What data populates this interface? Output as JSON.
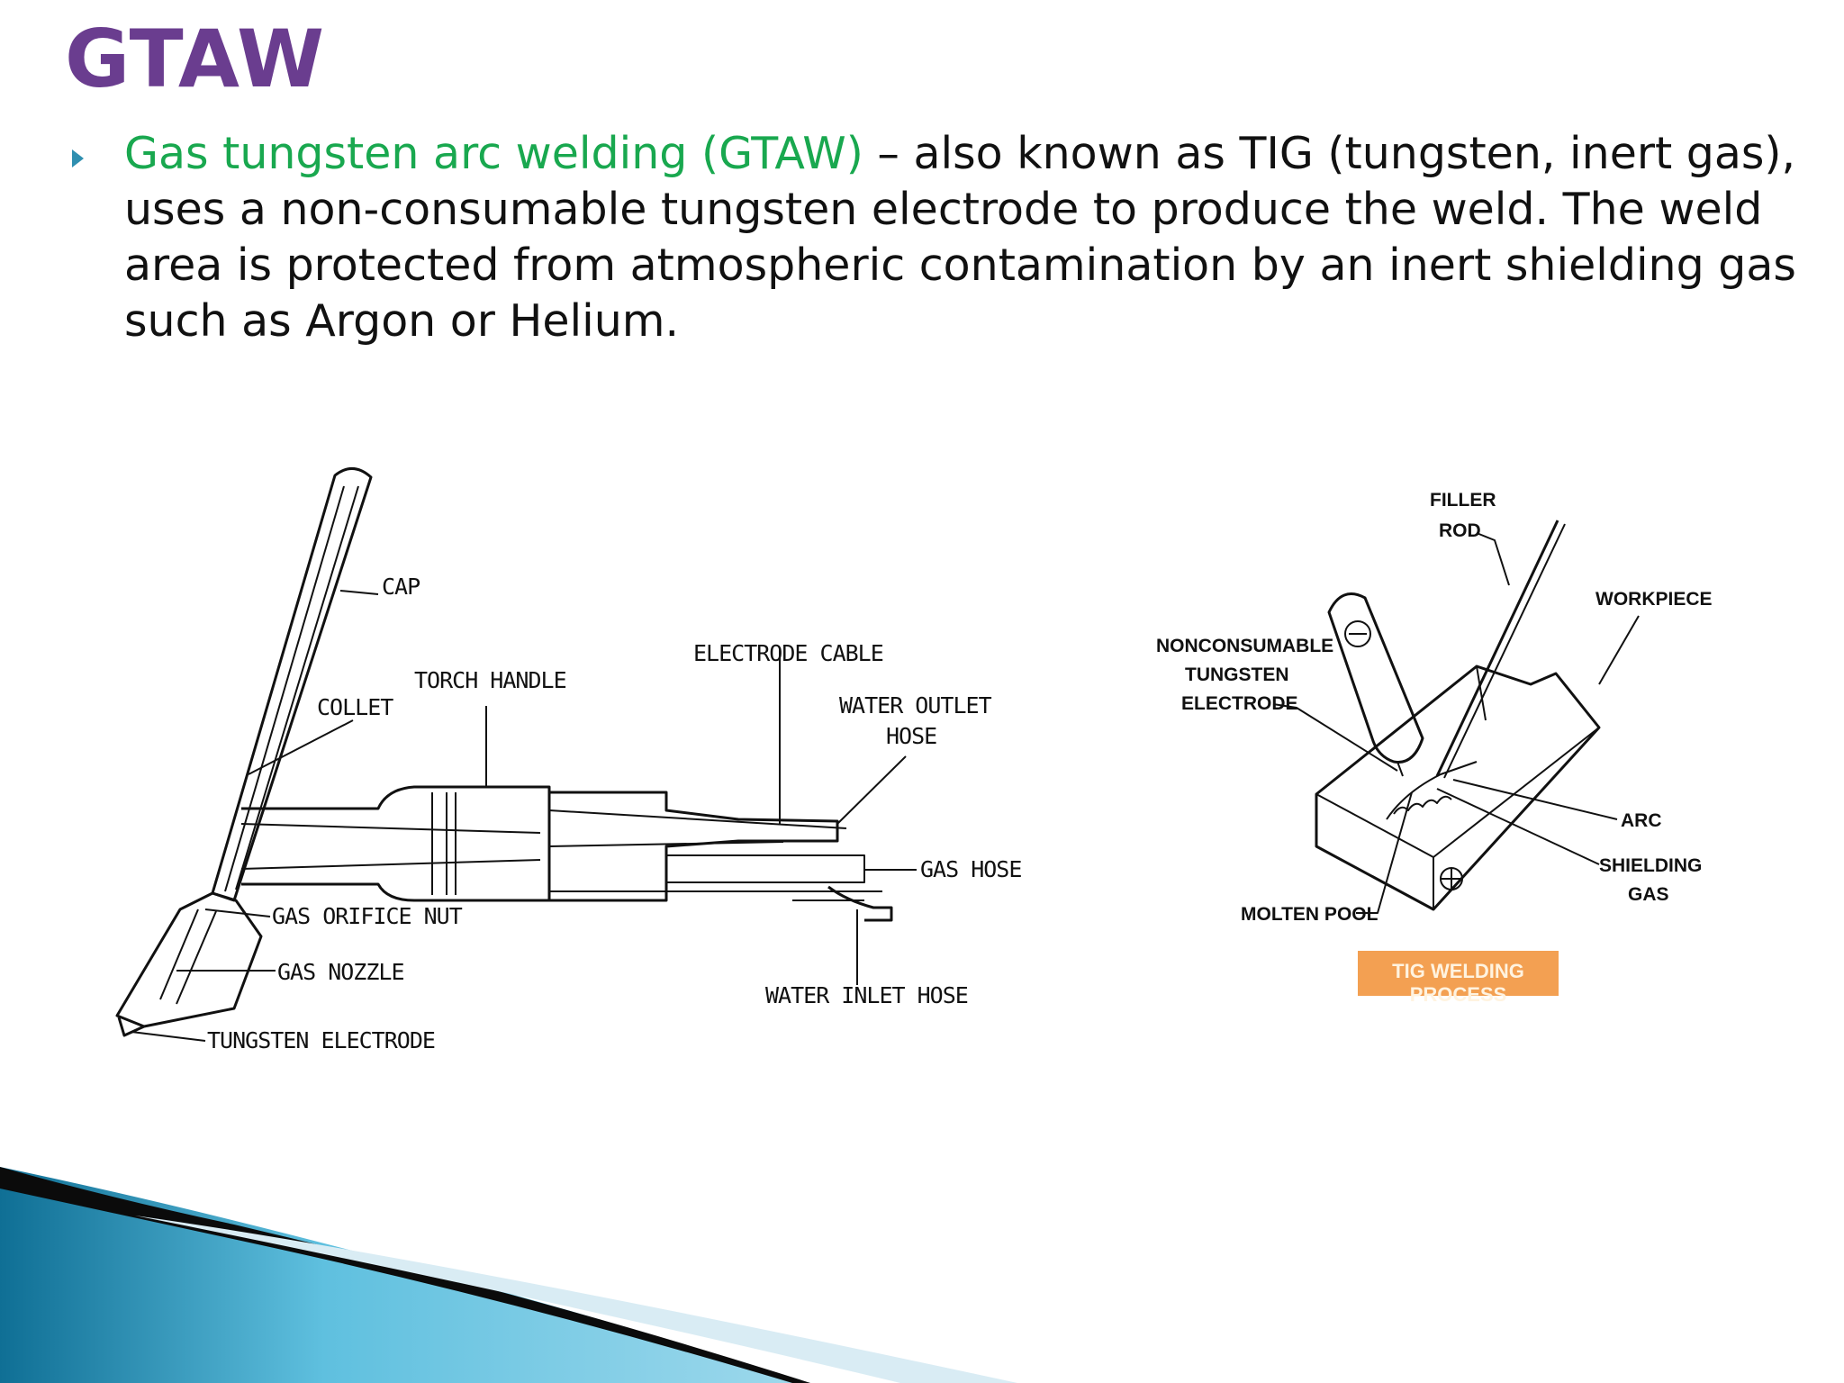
{
  "slide": {
    "title": "GTAW",
    "bullet": {
      "highlight": "Gas tungsten arc welding (GTAW)",
      "text": " – also known as TIG (tungsten, inert gas), uses a non-consumable tungsten electrode to produce the weld. The weld area is protected from atmospheric contamination by an inert shielding gas such as Argon or Helium."
    }
  },
  "torch_diagram": {
    "labels": {
      "cap": "CAP",
      "collet": "COLLET",
      "torch_handle": "TORCH HANDLE",
      "electrode_cable": "ELECTRODE CABLE",
      "water_outlet_hose_1": "WATER OUTLET",
      "water_outlet_hose_2": "HOSE",
      "gas_hose": "GAS HOSE",
      "gas_orifice_nut": "GAS ORIFICE NUT",
      "gas_nozzle": "GAS NOZZLE",
      "tungsten_electrode": "TUNGSTEN ELECTRODE",
      "water_inlet_hose": "WATER INLET HOSE"
    }
  },
  "process_diagram": {
    "labels": {
      "filler_rod_1": "FILLER",
      "filler_rod_2": "ROD",
      "workpiece": "WORKPIECE",
      "electrode_1": "NONCONSUMABLE",
      "electrode_2": "TUNGSTEN",
      "electrode_3": "ELECTRODE",
      "arc": "ARC",
      "shielding_gas_1": "SHIELDING",
      "shielding_gas_2": "GAS",
      "molten_pool": "MOLTEN POOL"
    },
    "caption": "TIG WELDING PROCESS"
  },
  "colors": {
    "title": "#6a3d8f",
    "highlight": "#19a84f",
    "bullet_marker": "#2f8fb0",
    "caption_bg": "#f3a052",
    "swoosh_dark": "#0f6f95",
    "swoosh_light": "#5fc0df"
  }
}
